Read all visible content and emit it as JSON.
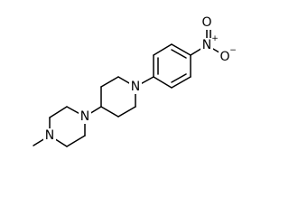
{
  "molecule": {
    "atoms": {
      "n_piperidine": "N",
      "n_piperazine_upper": "N",
      "n_piperazine_lower": "N",
      "n_nitro": "N",
      "n_nitro_charge": "+",
      "o_nitro_top": "O",
      "o_nitro_right": "O",
      "o_nitro_right_charge": "−"
    }
  },
  "colors": {
    "background": "#ffffff",
    "bond": "#000000",
    "text": "#000000"
  }
}
